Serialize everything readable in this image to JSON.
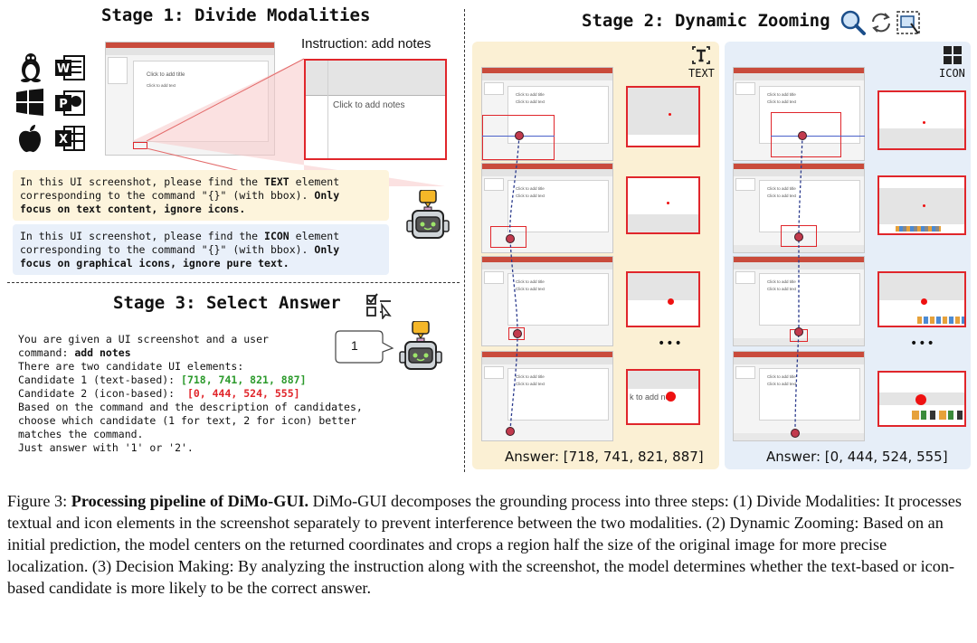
{
  "stage1": {
    "title": "Stage 1: Divide Modalities",
    "instruction": "Instruction: add notes",
    "slide_title_placeholder": "Click to add title",
    "slide_text_placeholder": "Click to add text",
    "notes_placeholder": "Click to add notes",
    "text_prompt": {
      "line1_a": "In this UI screenshot, please find the ",
      "line1_b": "TEXT",
      "line1_c": " element",
      "line2_a": "corresponding to the command \"{}\" (with bbox). ",
      "line2_b": "Only",
      "line3": "focus on text content, ignore icons."
    },
    "icon_prompt": {
      "line1_a": "In this UI screenshot, please find the ",
      "line1_b": "ICON",
      "line1_c": " element",
      "line2_a": "corresponding to the command \"{}\" (with bbox). ",
      "line2_b": "Only",
      "line3": "focus on graphical icons, ignore pure text."
    }
  },
  "stage3": {
    "title": "Stage 3: Select Answer",
    "bubble_value": "1",
    "l1": "You are given a UI screenshot and a user",
    "l2_a": "command: ",
    "l2_b": "add notes",
    "l3": "There are two candidate UI elements:",
    "l4_a": "Candidate 1 (text-based): ",
    "l4_b": "[718, 741, 821, 887]",
    "l5_a": "Candidate 2 (icon-based):  ",
    "l5_b": "[0, 444, 524, 555]",
    "l6": "Based on the command and the description of candidates,",
    "l7": "choose which candidate (1 for text, 2 for icon) better",
    "l8": "matches the command.",
    "l9": "Just answer with '1' or '2'."
  },
  "stage2": {
    "title": "Stage 2: Dynamic Zooming",
    "text_label": "TEXT",
    "icon_label": "ICON",
    "ellipsis": "•••",
    "zoom_notes_text": "k to add not",
    "answer_text": "Answer: [718, 741, 821, 887]",
    "answer_icon": "Answer: [0, 444, 524, 555]"
  },
  "caption": {
    "label": "Figure 3: ",
    "bold": "Processing pipeline of DiMo-GUI.",
    "rest": " DiMo-GUI decomposes the grounding process into three steps: (1) Divide Modalities: It processes textual and icon elements in the screenshot separately to prevent interference between the two modalities. (2) Dynamic Zooming: Based on an initial prediction, the model centers on the returned coordinates and crops a region half the size of the original image for more precise localization. (3) Decision Making: By analyzing the instruction along with the screenshot, the model determines whether the text-based or icon-based candidate is more likely to be the correct answer."
  },
  "icons": [
    "linux-tux-icon",
    "windows-icon",
    "apple-icon",
    "word-icon",
    "powerpoint-icon",
    "excel-icon",
    "robot-icon",
    "magnifier-icon",
    "refresh-icon",
    "crop-icon",
    "text-tool-icon",
    "grid-icon",
    "select-check-icon"
  ],
  "colors": {
    "accent_red": "#e0262b",
    "green": "#2c9a2c",
    "text_panel": "#fbf0d4",
    "icon_panel": "#e6eef8"
  }
}
